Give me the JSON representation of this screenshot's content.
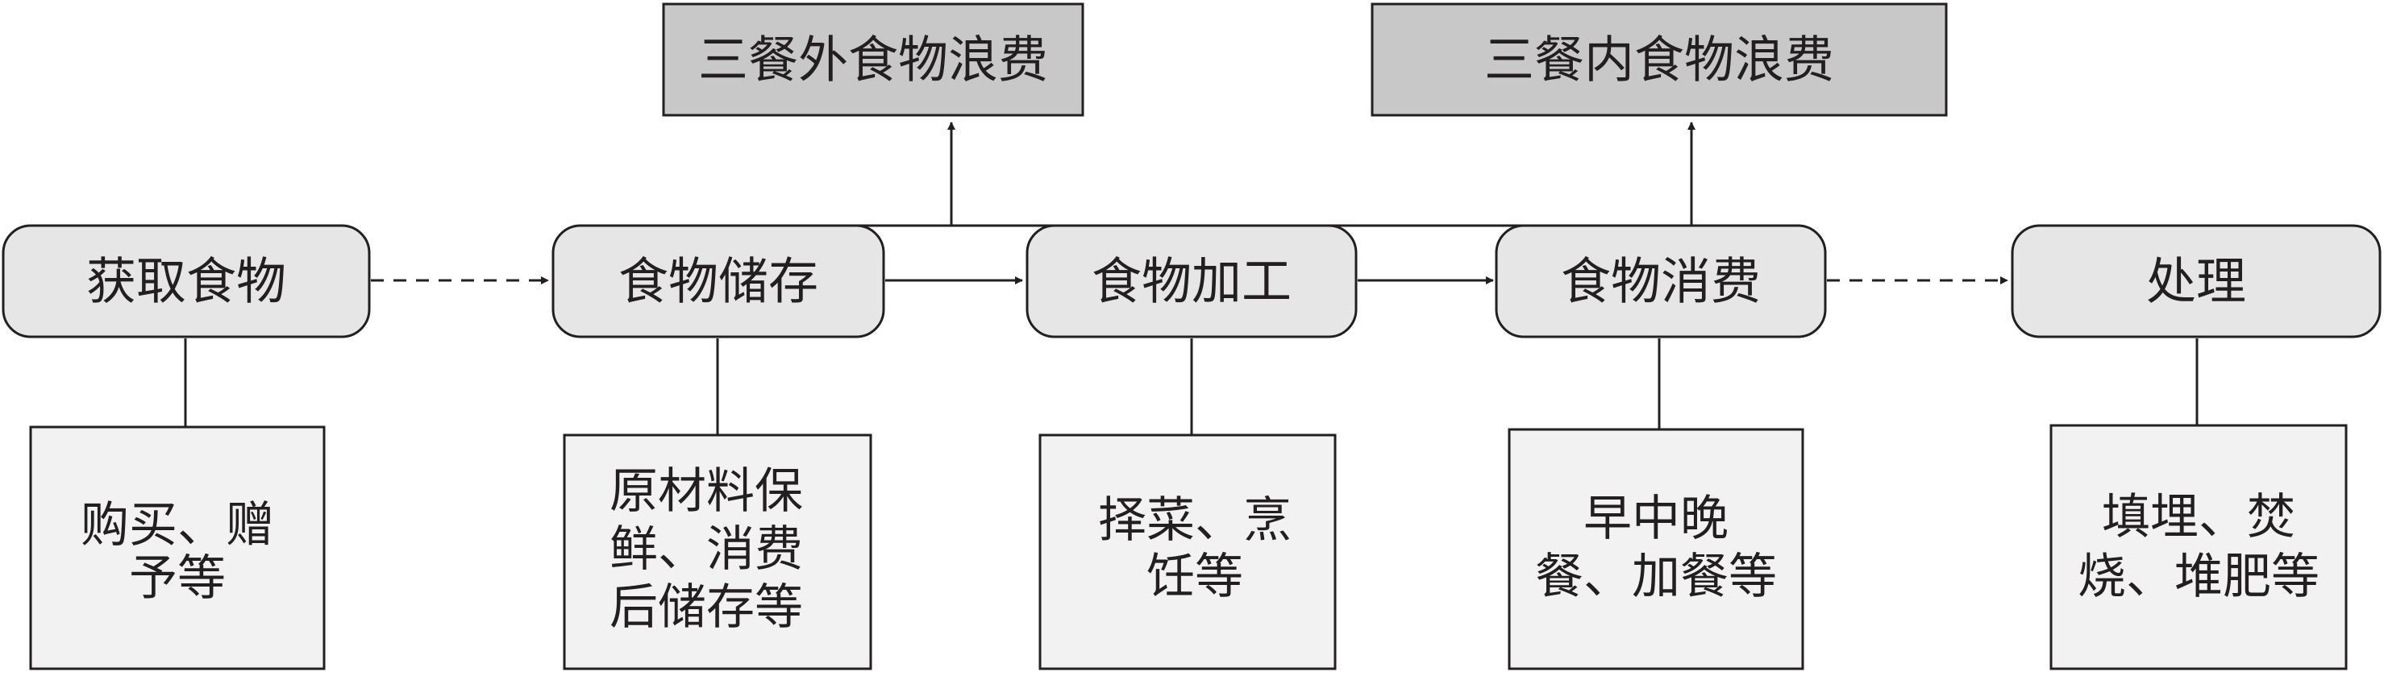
{
  "waste": {
    "outside_meals": "三餐外食物浪费",
    "inside_meals": "三餐内食物浪费"
  },
  "stages": [
    {
      "label": "获取食物",
      "detail": [
        "购买、赠",
        "予等"
      ]
    },
    {
      "label": "食物储存",
      "detail": [
        "原材料保",
        "鲜、消费",
        "后储存等"
      ]
    },
    {
      "label": "食物加工",
      "detail": [
        "择菜、烹",
        "饪等"
      ]
    },
    {
      "label": "食物消费",
      "detail": [
        "早中晚",
        "餐、加餐等"
      ]
    },
    {
      "label": "处理",
      "detail": [
        "填埋、焚",
        "烧、堆肥等"
      ]
    }
  ],
  "colors": {
    "waste_box_fill": "#c8c8c8",
    "stage_box_fill": "#e6e6e6",
    "detail_box_fill": "#f2f2f2",
    "stroke": "#231f20"
  }
}
